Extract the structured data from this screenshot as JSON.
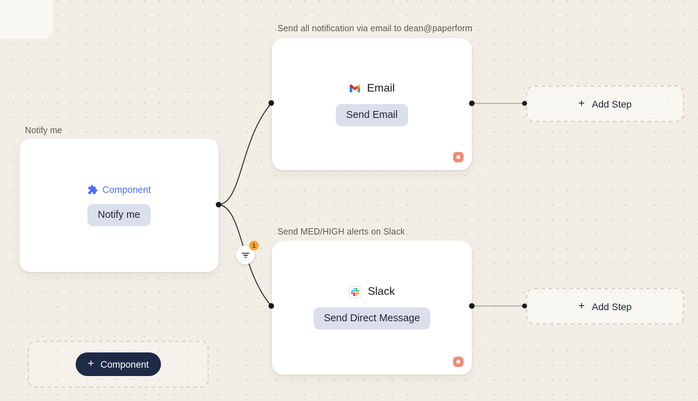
{
  "nodes": {
    "notify": {
      "title": "Notify me",
      "type_label": "Component",
      "action_label": "Notify me"
    },
    "email": {
      "title": "Send all notification via email to dean@paperform",
      "type_label": "Email",
      "action_label": "Send Email"
    },
    "slack": {
      "title": "Send MED/HIGH alerts on Slack",
      "type_label": "Slack",
      "action_label": "Send Direct Message"
    }
  },
  "buttons": {
    "add_step_top": {
      "plus": "+",
      "label": "Add Step"
    },
    "add_step_bottom": {
      "plus": "+",
      "label": "Add Step"
    },
    "add_component": {
      "plus": "+",
      "label": "Component"
    }
  },
  "filter_node": {
    "badge_count": "1"
  },
  "colors": {
    "component_blue": "#4a6cf8",
    "pill_background": "#dbdfec",
    "dark_button": "#1f2a47",
    "badge_orange": "#f2a73b",
    "corner_icon_salmon": "#ec8d74",
    "canvas_background": "#f2eee5"
  }
}
